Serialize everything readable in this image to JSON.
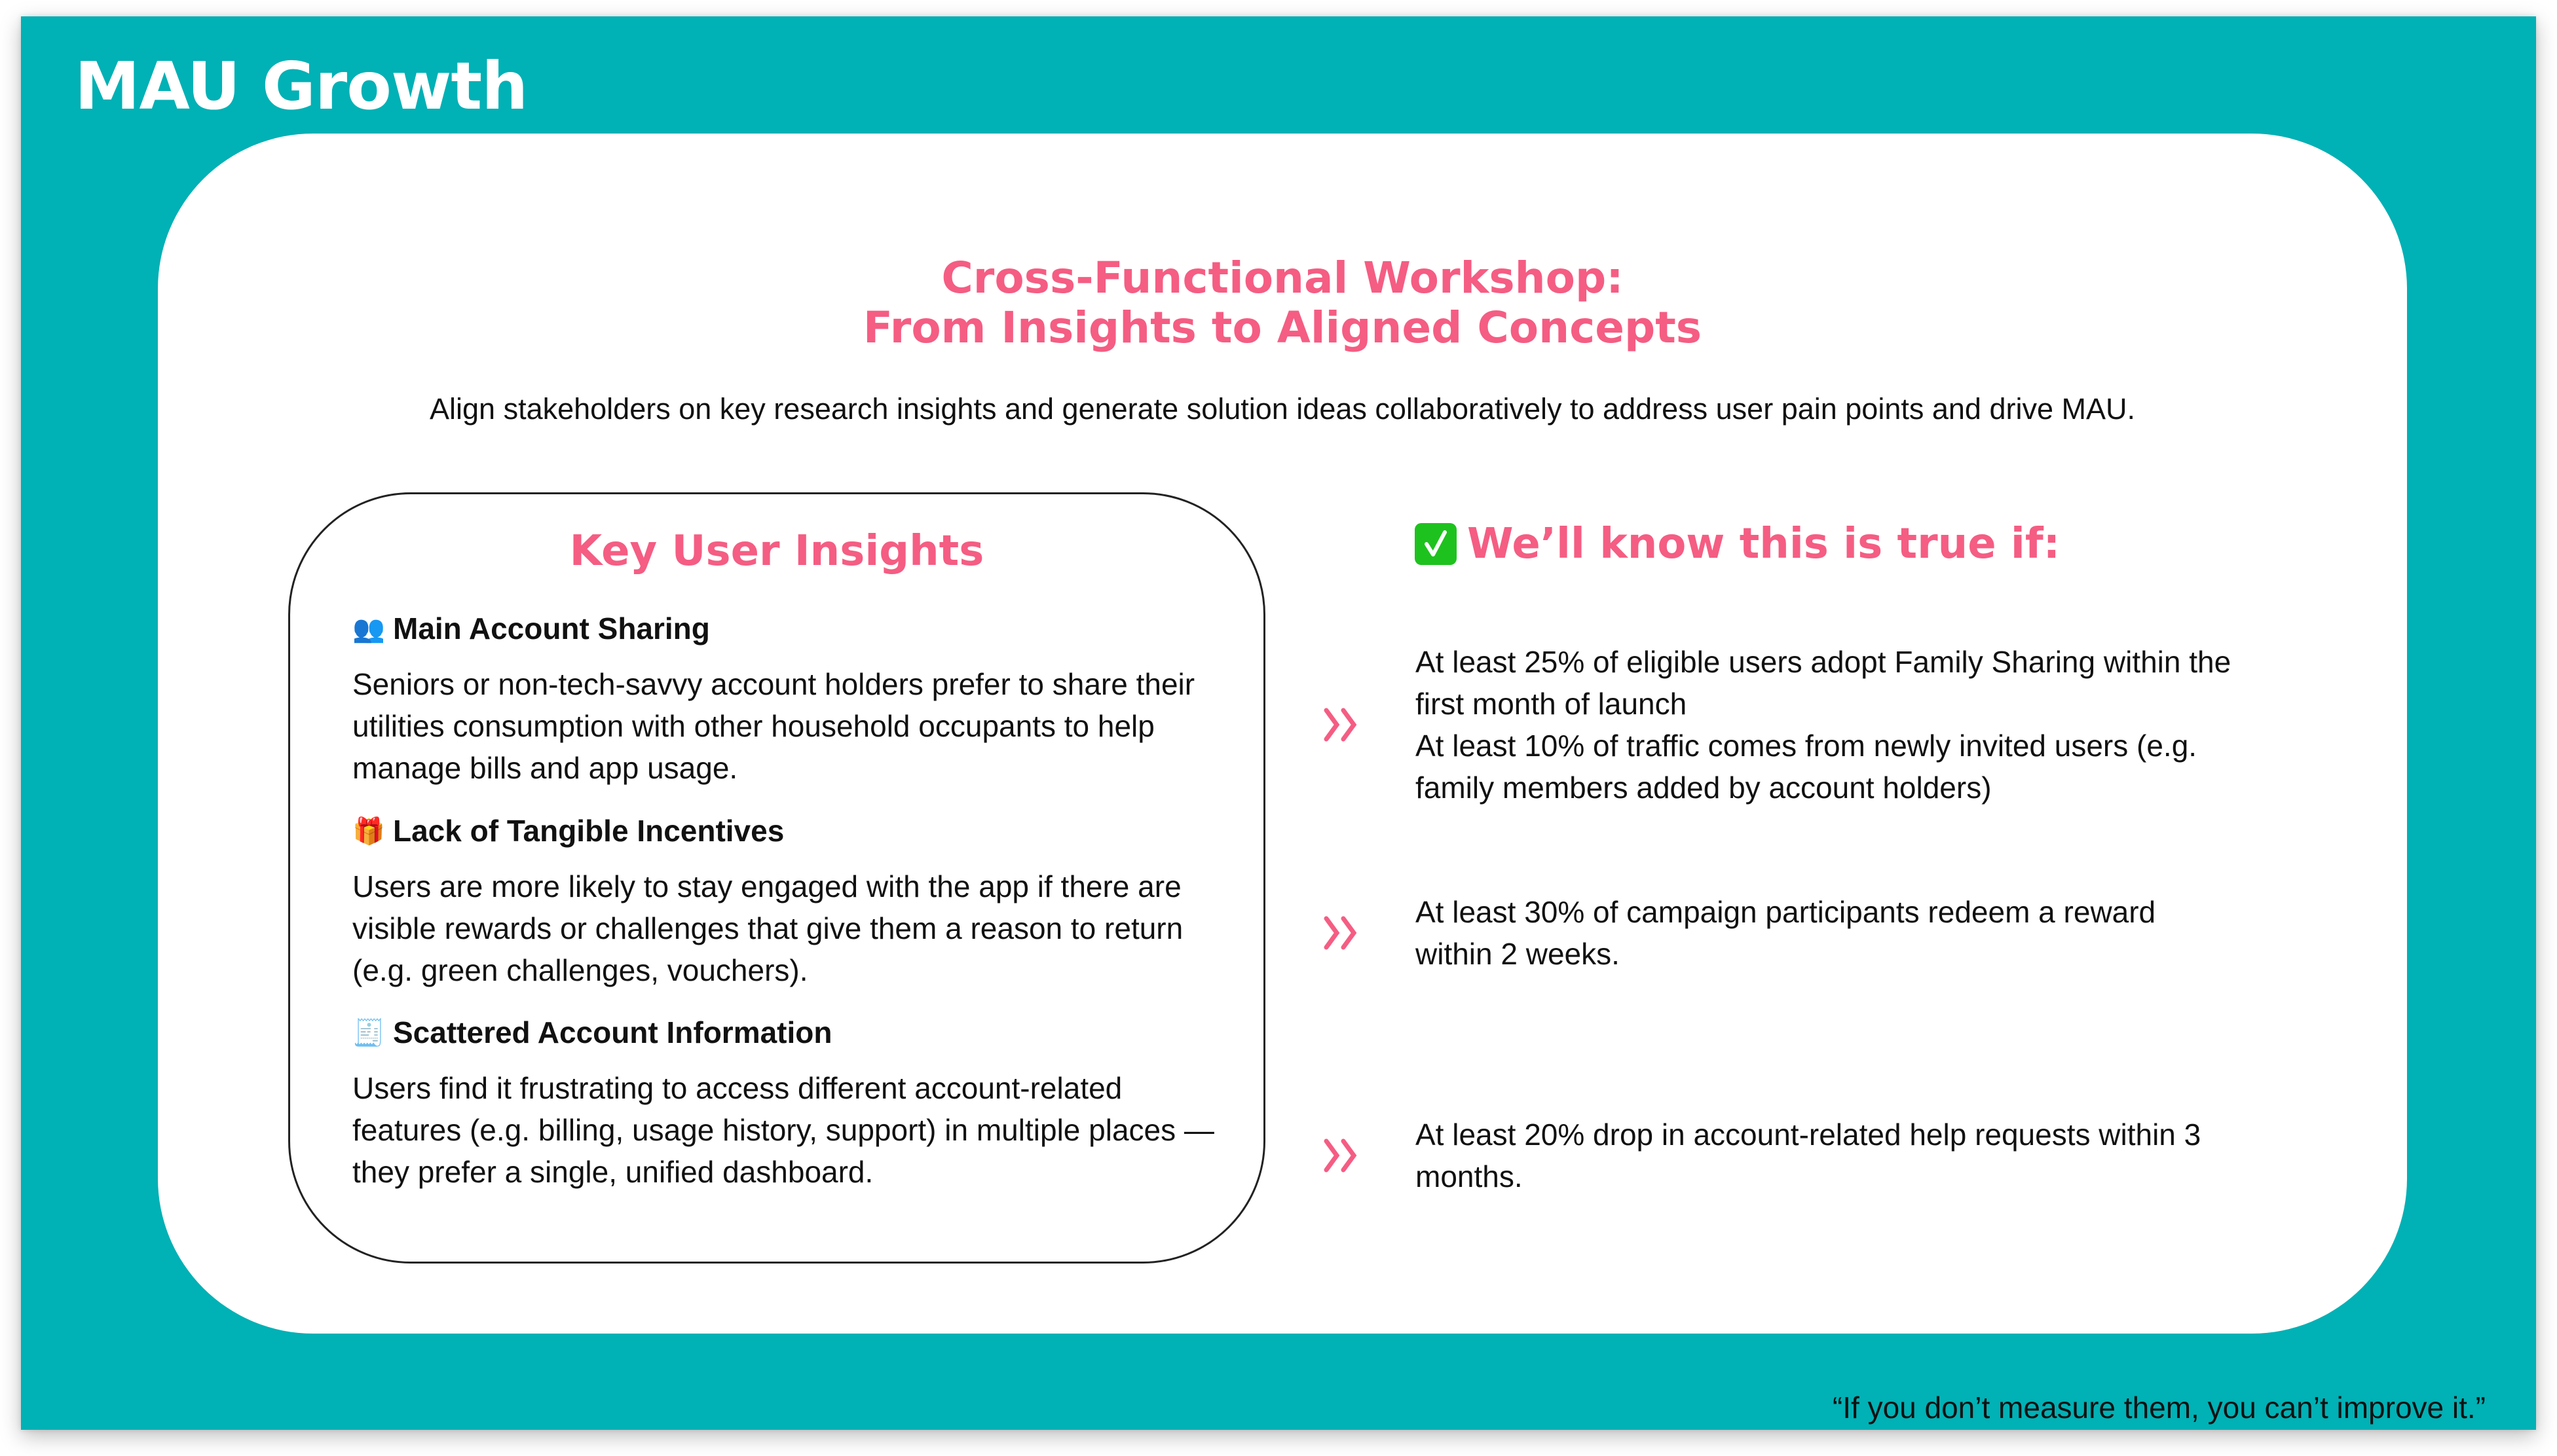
{
  "slide": {
    "title": "MAU Growth",
    "colors": {
      "background_teal": "#00b1b5",
      "accent_pink": "#f55d83",
      "panel": "#ffffff",
      "text": "#111111",
      "check_green": "#1ec21e"
    }
  },
  "workshop": {
    "title_line1": "Cross-Functional Workshop:",
    "title_line2": "From Insights to Aligned Concepts",
    "subtitle": "Align stakeholders on key research insights and generate solution ideas collaboratively  to address user pain points and drive MAU."
  },
  "insights": {
    "heading": "Key User Insights",
    "items": [
      {
        "icon": "people-icon",
        "emoji": "👥",
        "title": "Main Account Sharing",
        "body": "Seniors or non-tech-savvy account holders prefer to share their utilities consumption with other household occupants to help manage bills and app usage."
      },
      {
        "icon": "gift-icon",
        "emoji": "🎁",
        "title": "Lack of Tangible Incentives",
        "body": "Users are more likely to stay engaged with the app if there are visible rewards or challenges that give them a reason to return (e.g. green challenges, vouchers)."
      },
      {
        "icon": "receipt-icon",
        "emoji": "🧾",
        "title": "Scattered Account Information",
        "body": "Users find it frustrating to access different account-related features (e.g. billing, usage history, support) in multiple places — they prefer a single, unified dashboard."
      }
    ]
  },
  "criteria": {
    "heading": "We’ll know this is true if:",
    "heading_icon": "check-mark-button-icon",
    "items": [
      {
        "icon": "double-chevron-right-icon",
        "lines": [
          "At least 25% of eligible users adopt Family Sharing within the first month of launch",
          "At least 10% of traffic comes from newly invited users (e.g. family members added by account holders)"
        ]
      },
      {
        "icon": "double-chevron-right-icon",
        "lines": [
          "At least 30% of campaign participants redeem a reward within 2 weeks."
        ]
      },
      {
        "icon": "double-chevron-right-icon",
        "lines": [
          "At least 20% drop in account-related help requests within 3 months."
        ]
      }
    ]
  },
  "footer": {
    "quote": "“If you don’t measure them, you can’t improve it.”"
  }
}
